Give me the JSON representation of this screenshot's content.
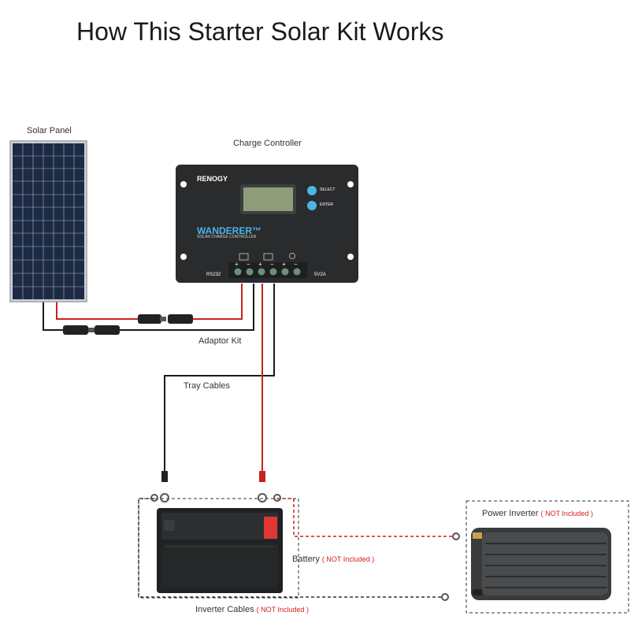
{
  "title": "How This Starter Solar Kit Works",
  "labels": {
    "solar_panel": "Solar Panel",
    "charge_controller": "Charge Controller",
    "adaptor_kit": "Adaptor Kit",
    "tray_cables": "Tray Cables",
    "battery": "Battery",
    "battery_note": "( NOT Included )",
    "power_inverter": "Power Inverter",
    "power_inverter_note": "( NOT Included )",
    "inverter_cables": "Inverter Cables",
    "inverter_cables_note": "( NOT Included )"
  },
  "controller": {
    "brand": "RENOGY",
    "model": "WANDERER™",
    "subtitle": "SOLAR CHARGE CONTROLLER",
    "btn_select": "SELECT",
    "btn_enter": "ENTER",
    "port_left": "RS232",
    "port_right": "5V2A",
    "term_plus": "+",
    "term_minus": "−"
  },
  "colors": {
    "wire_black": "#1a1a1a",
    "wire_red": "#c8231e",
    "controller_body": "#2a2b2d",
    "lcd": "#8f9c7a",
    "accent_blue": "#49b6e6",
    "note_red": "#d42020"
  },
  "icons": [
    "solar-panel-icon",
    "battery-icon",
    "lightbulb-icon"
  ]
}
